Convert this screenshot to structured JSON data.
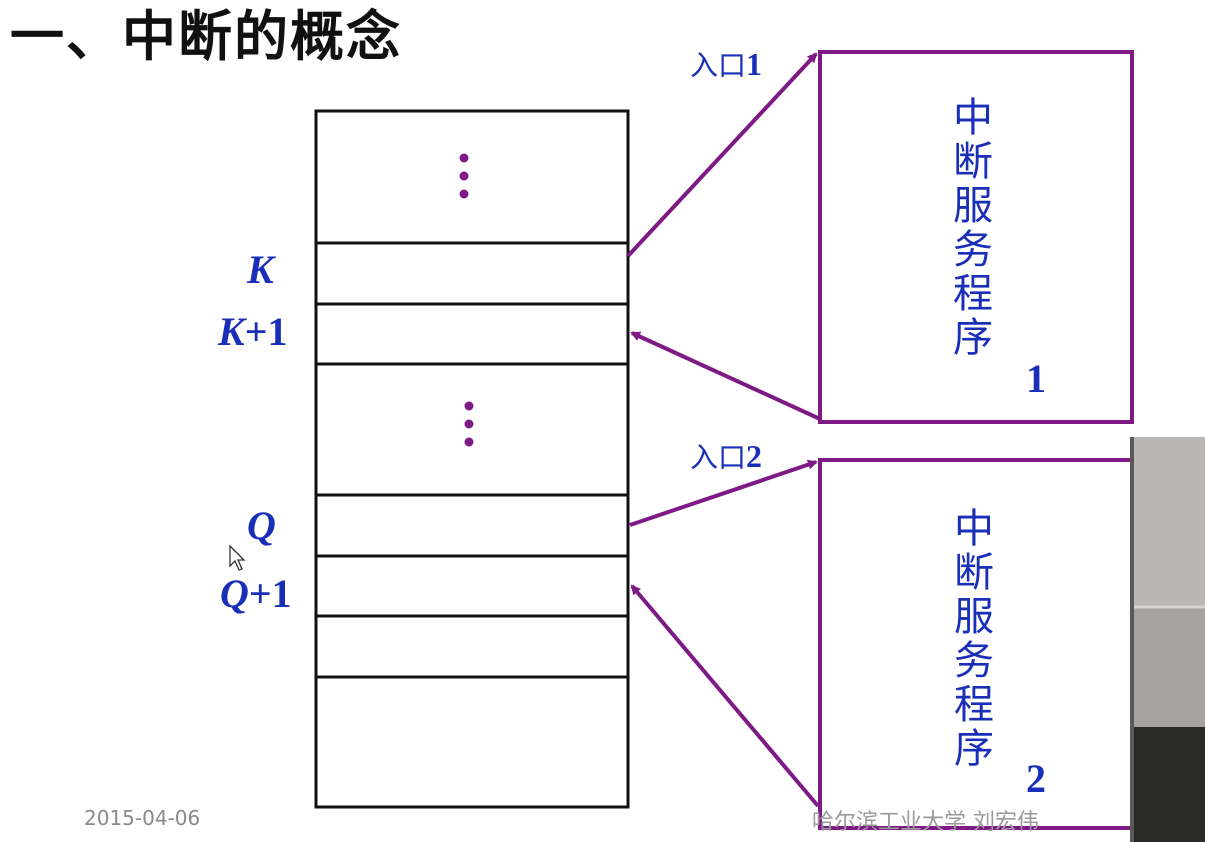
{
  "title": "一、中断的概念",
  "memory_labels": {
    "k": "K",
    "k_plus_1_var": "K",
    "k_plus_1_suffix": "+1",
    "q": "Q",
    "q_plus_1_var": "Q",
    "q_plus_1_suffix": "+1"
  },
  "entries": {
    "entry1_text": "入口",
    "entry1_num": "1",
    "entry2_text": "入口",
    "entry2_num": "2"
  },
  "services": {
    "service1_text": "中断服务程序",
    "service1_num": "1",
    "service2_text": "中断服务程序",
    "service2_num": "2"
  },
  "footer": {
    "date": "2015-04-06",
    "author": "哈尔滨工业大学 刘宏伟"
  },
  "colors": {
    "arrow": "#7d1a86",
    "label": "#1a2fb8",
    "box_border": "#111111",
    "ellipsis": "#7d1a86"
  }
}
